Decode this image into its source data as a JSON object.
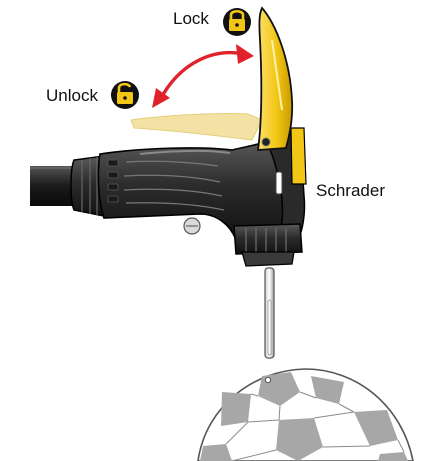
{
  "labels": {
    "lock": "Lock",
    "unlock": "Unlock",
    "schrader": "Schrader"
  },
  "icons": {
    "lock": "padlock-closed",
    "unlock": "padlock-open"
  },
  "colors": {
    "lever_yellow": "#f2c615",
    "lever_yellow_dark": "#c99a00",
    "lever_ghost": "#f3e2a4",
    "arrow_red": "#e0232b",
    "body_black": "#2a2a2a",
    "ball_panel": "#a7a7a7"
  }
}
